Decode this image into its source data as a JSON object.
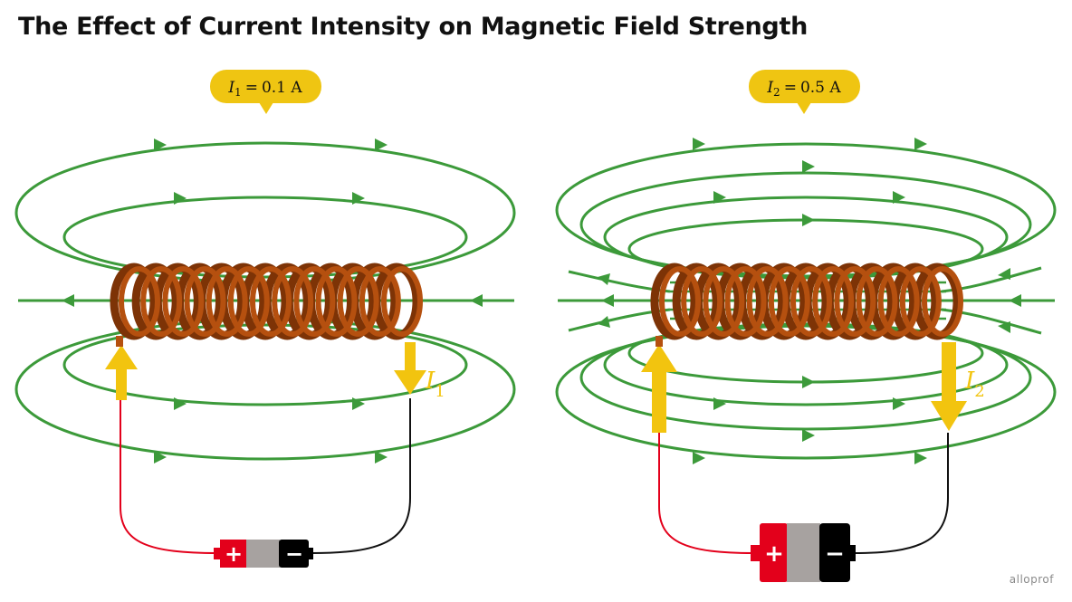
{
  "title": "The Effect of Current Intensity on Magnetic Field Strength",
  "watermark": "alloprof",
  "panels": [
    {
      "current_symbol": "I",
      "current_subscript": "1",
      "equals": "=",
      "current_value": "0.1 A",
      "arrow_symbol": "I",
      "arrow_subscript": "1"
    },
    {
      "current_symbol": "I",
      "current_subscript": "2",
      "equals": "=",
      "current_value": "0.5 A",
      "arrow_symbol": "I",
      "arrow_subscript": "2"
    }
  ],
  "battery": {
    "plus": "+",
    "minus": "−"
  },
  "colors": {
    "field_line": "#3c9a3a",
    "coil": "#b5500f",
    "coil_dark": "#7d3306",
    "current_arrow": "#f2c40f",
    "label_bubble": "#efc512",
    "battery_positive": "#e3001b",
    "battery_body": "#a7a2a0",
    "battery_negative": "#000000",
    "wire_positive": "#e3001b",
    "wire_negative": "#111111"
  }
}
